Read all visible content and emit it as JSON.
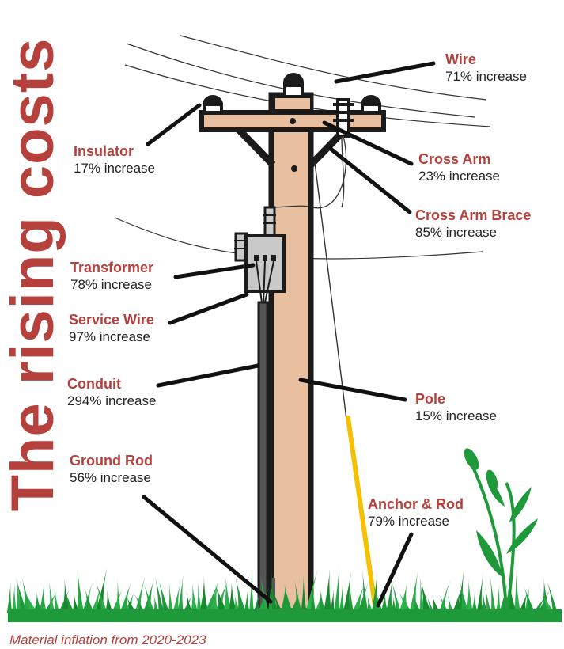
{
  "title": "The rising costs",
  "footnote": "Material inflation from 2020-2023",
  "colors": {
    "title": "#b5403c",
    "label_name": "#b5403c",
    "pole_wood": "#e8c0a0",
    "outline": "#1b1b1b",
    "transformer": "#c9c9c9",
    "anchor_rod": "#f5c000",
    "grass": "#1e9a3a"
  },
  "components": [
    {
      "name": "Wire",
      "change": "71% increase"
    },
    {
      "name": "Insulator",
      "change": "17% increase"
    },
    {
      "name": "Cross Arm",
      "change": "23% increase"
    },
    {
      "name": "Cross Arm Brace",
      "change": "85% increase"
    },
    {
      "name": "Transformer",
      "change": "78% increase"
    },
    {
      "name": "Service Wire",
      "change": "97% increase"
    },
    {
      "name": "Conduit",
      "change": "294% increase"
    },
    {
      "name": "Pole",
      "change": "15% increase"
    },
    {
      "name": "Ground Rod",
      "change": "56% increase"
    },
    {
      "name": "Anchor & Rod",
      "change": "79% increase"
    }
  ]
}
